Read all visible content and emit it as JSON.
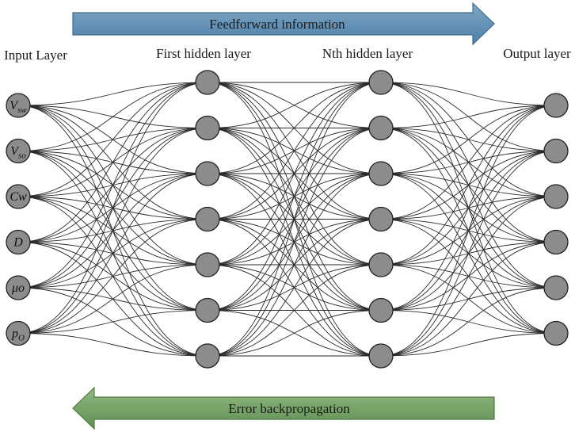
{
  "arrows": {
    "forward_label": "Feedforward information",
    "backward_label": "Error backpropagation",
    "forward_color": "#5b8bb0",
    "backward_color": "#6f9d5f"
  },
  "layers": [
    {
      "label": "Input Layer",
      "node_count": 6
    },
    {
      "label": "First hidden layer",
      "node_count": 7
    },
    {
      "label": "Nth hidden layer",
      "node_count": 7
    },
    {
      "label": "Output layer",
      "node_count": 6
    }
  ],
  "input_nodes": [
    {
      "main": "V",
      "sub": "sw"
    },
    {
      "main": "V",
      "sub": "so"
    },
    {
      "main": "Cw",
      "sub": ""
    },
    {
      "main": "D",
      "sub": ""
    },
    {
      "main": "μo",
      "sub": ""
    },
    {
      "main": "p",
      "sub": "O"
    }
  ],
  "colors": {
    "node_fill": "#8c8c8c",
    "node_stroke": "#222222",
    "edge": "#2a2a2a"
  }
}
